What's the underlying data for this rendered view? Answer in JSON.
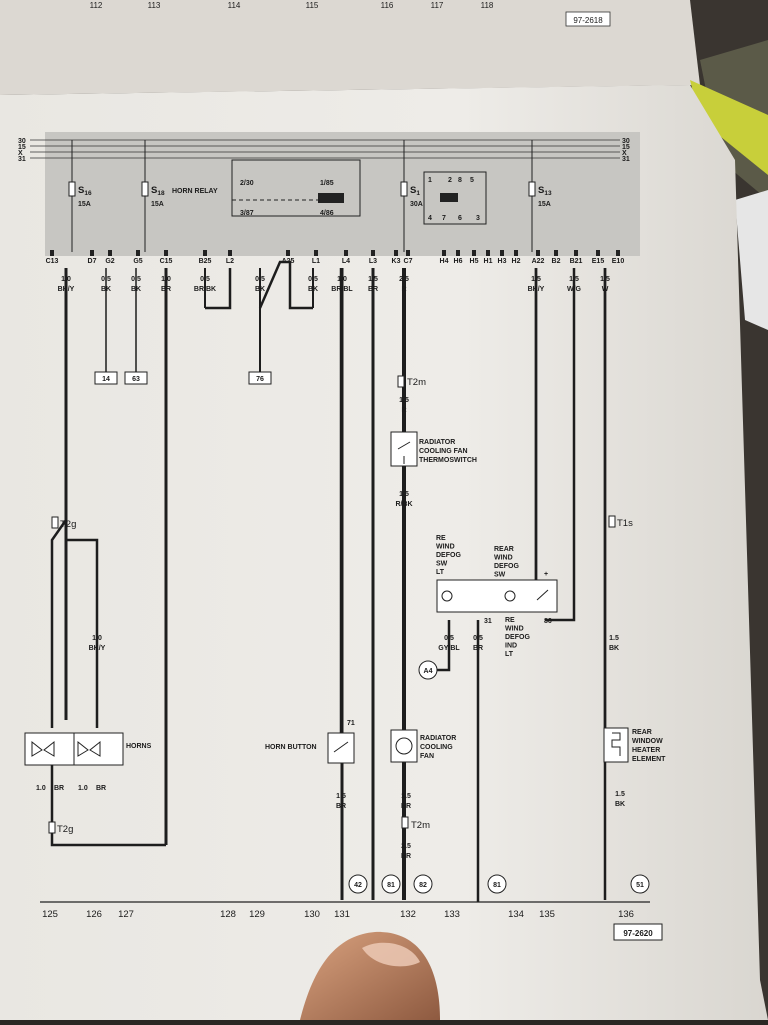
{
  "prev_page": {
    "column_numbers": [
      "112",
      "113",
      "114",
      "115",
      "116",
      "117",
      "118"
    ],
    "ref_code": "97-2618"
  },
  "fuse_panel": {
    "bus_labels": [
      "30",
      "15",
      "X",
      "31"
    ],
    "fuses": [
      {
        "name": "S16",
        "amps": "15A"
      },
      {
        "name": "S18",
        "amps": "15A"
      },
      {
        "name": "S1",
        "amps": "30A"
      },
      {
        "name": "S13",
        "amps": "15A"
      }
    ],
    "horn_relay": {
      "title": "HORN RELAY",
      "pins": [
        "2/30",
        "1/85",
        "3/87",
        "4/86"
      ]
    },
    "relay2_pins": [
      "1",
      "2",
      "8",
      "5",
      "4",
      "7",
      "6",
      "3"
    ],
    "terminals": [
      "C13",
      "D7",
      "G2",
      "G5",
      "C15",
      "B25",
      "L2",
      "A25",
      "L1",
      "L4",
      "L3",
      "K3",
      "C7",
      "H4",
      "H6",
      "H5",
      "H1",
      "H3",
      "H2",
      "A22",
      "B2",
      "B21",
      "E15",
      "E10"
    ]
  },
  "wires": [
    {
      "size": "1.0",
      "color": "BK/Y"
    },
    {
      "size": "0.5",
      "color": "BK"
    },
    {
      "size": "0.5",
      "color": "BK"
    },
    {
      "size": "1.0",
      "color": "BR"
    },
    {
      "size": "0.5",
      "color": "BR/BK"
    },
    {
      "size": "0.5",
      "color": "BK"
    },
    {
      "size": "0.5",
      "color": "BK"
    },
    {
      "size": "1.0",
      "color": "BR/BL"
    },
    {
      "size": "1.5",
      "color": "BR"
    },
    {
      "size": "2.5",
      "color": "R"
    },
    {
      "size": "1.5",
      "color": "BK/Y"
    },
    {
      "size": "1.5",
      "color": "W/G"
    },
    {
      "size": "1.5",
      "color": "W"
    }
  ],
  "ref_boxes": [
    "14",
    "63",
    "76"
  ],
  "components": {
    "thermoswitch": [
      "RADIATOR",
      "COOLING FAN",
      "THERMOSWITCH"
    ],
    "defog_sw_lt": [
      "RE",
      "WIND",
      "DEFOG",
      "SW",
      "LT"
    ],
    "defog_sw": [
      "REAR",
      "WIND",
      "DEFOG",
      "SW"
    ],
    "defog_ind": [
      "RE",
      "WIND",
      "DEFOG",
      "IND",
      "LT"
    ],
    "horns": "HORNS",
    "horn_button": "HORN BUTTON",
    "cooling_fan": [
      "RADIATOR",
      "COOLING",
      "FAN"
    ],
    "heater_element": [
      "REAR",
      "WINDOW",
      "HEATER",
      "ELEMENT"
    ]
  },
  "connectors": {
    "t2m": "T2m",
    "t2g": "T2g",
    "t1s": "T1s"
  },
  "mid_wires": {
    "fan_in": {
      "size": "1.5",
      "color": "R"
    },
    "fan_out": {
      "size": "1.5",
      "color": "R/BK"
    },
    "horn_feed": {
      "size": "1.0",
      "color": "BK/Y"
    },
    "defog_gnd_a": {
      "size": "0.5",
      "color": "GY/BL"
    },
    "defog_gnd_b": {
      "size": "0.5",
      "color": "BR"
    },
    "heater_feed": {
      "size": "1.5",
      "color": "BK"
    },
    "horn_gnd_a": {
      "size": "1.0",
      "color": "BR"
    },
    "horn_gnd_b": {
      "size": "1.0",
      "color": "BR"
    },
    "button_out": {
      "size": "1.5",
      "color": "BR"
    },
    "fan_out2": {
      "size": "1.5",
      "color": "BR"
    },
    "fan_out3": {
      "size": "2.5",
      "color": "BR"
    },
    "heater_out": {
      "size": "1.5",
      "color": "BK"
    }
  },
  "pin_labels": {
    "pin31": "31",
    "pin86": "86",
    "pin71": "71",
    "pin_plus": "+"
  },
  "circle_refs": {
    "a4": "A4",
    "c42": "42",
    "c81a": "81",
    "c82": "82",
    "c81b": "81",
    "c51": "51"
  },
  "bottom": {
    "column_numbers": [
      "125",
      "126",
      "127",
      "128",
      "129",
      "130",
      "131",
      "132",
      "133",
      "134",
      "135",
      "136"
    ],
    "ref_code": "97-2620"
  }
}
